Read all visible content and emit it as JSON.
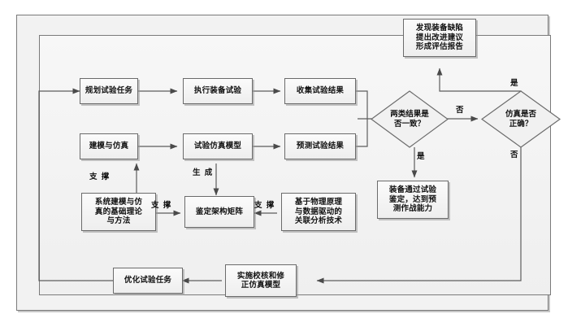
{
  "diagram": {
    "title_text": "",
    "colors": {
      "page_bg": "#ffffff",
      "frame_bg": "#f2f2f2",
      "inner_bg": "#f4f4f4",
      "node_fill": "#f4f4f4",
      "node_border": "#6b6b6b",
      "line": "#5d5d5d",
      "text": "#111111"
    },
    "nodes": [
      {
        "id": "plan",
        "label": "规划试验任务"
      },
      {
        "id": "execute",
        "label": "执行装备试验"
      },
      {
        "id": "collect",
        "label": "收集试验结果"
      },
      {
        "id": "modelsim",
        "label": "建模与仿真"
      },
      {
        "id": "simmodel",
        "label": "试验仿真模型"
      },
      {
        "id": "predict",
        "label": "预测试验结果"
      },
      {
        "id": "report",
        "label": "发现装备缺陷\n提出改进建议\n形成评估报告"
      },
      {
        "id": "pass",
        "label": "装备通过试验\n鉴定，达到预\n测作战能力"
      },
      {
        "id": "theory",
        "label": "系统建模与仿\n真的基础理论\n与方法"
      },
      {
        "id": "matrix",
        "label": "鉴定架构矩阵"
      },
      {
        "id": "analysis",
        "label": "基于物理原理\n与数据驱动的\n关联分析技术"
      },
      {
        "id": "optimize",
        "label": "优化试验任务"
      },
      {
        "id": "vvcorrect",
        "label": "实施校核和修\n正仿真模型"
      }
    ],
    "decisions": [
      {
        "id": "consistent",
        "label": "两类结果是\n否一致？"
      },
      {
        "id": "simcorrect",
        "label": "仿真是否\n正确？"
      }
    ],
    "edge_labels": [
      {
        "id": "no1",
        "text": "否"
      },
      {
        "id": "yes1",
        "text": "是"
      },
      {
        "id": "yes2",
        "text": "是"
      },
      {
        "id": "no2",
        "text": "否"
      },
      {
        "id": "support1",
        "text": "支 撑"
      },
      {
        "id": "support2",
        "text": "支 撑"
      },
      {
        "id": "support3",
        "text": "支 撑"
      },
      {
        "id": "generate",
        "text": "生 成"
      }
    ]
  }
}
